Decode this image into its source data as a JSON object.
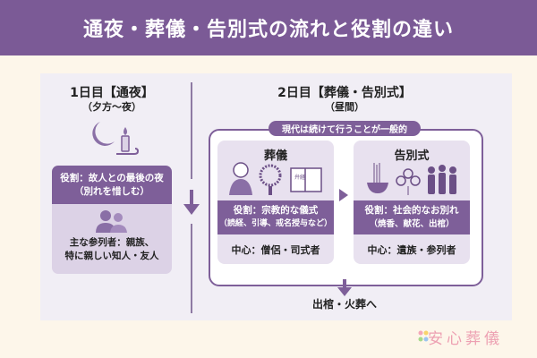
{
  "header": {
    "title": "通夜・葬儀・告別式の流れと役割の違い"
  },
  "day1": {
    "title": "1日目【通夜】",
    "time": "（夕方〜夜）",
    "role_line1": "役割：故人との最後の夜",
    "role_line2": "（別れを惜しむ）",
    "attendees_line1": "主な参列者：親族、",
    "attendees_line2": "特に親しい知人・友人"
  },
  "day2": {
    "title": "2日目【葬儀・告別式】",
    "time": "（昼間）",
    "note": "現代は続けて行うことが一般的",
    "funeral": {
      "title": "葬儀",
      "role_line1": "役割：宗教的な儀式",
      "role_line2": "（読経、引導、戒名授与など）",
      "center": "中心：僧侶・司式者",
      "book_text": "弁経"
    },
    "farewell": {
      "title": "告別式",
      "role_line1": "役割：社会的なお別れ",
      "role_line2": "（焼香、献花、出棺）",
      "center": "中心：遺族・参列者"
    },
    "next": "出棺・火葬へ"
  },
  "logo": {
    "text": "安心葬儀"
  },
  "colors": {
    "accent": "#7e5f99",
    "header": "#7b5a96",
    "background": "#fdf6ea",
    "panel": "#f1eef5",
    "logo": "#eda0b2"
  }
}
